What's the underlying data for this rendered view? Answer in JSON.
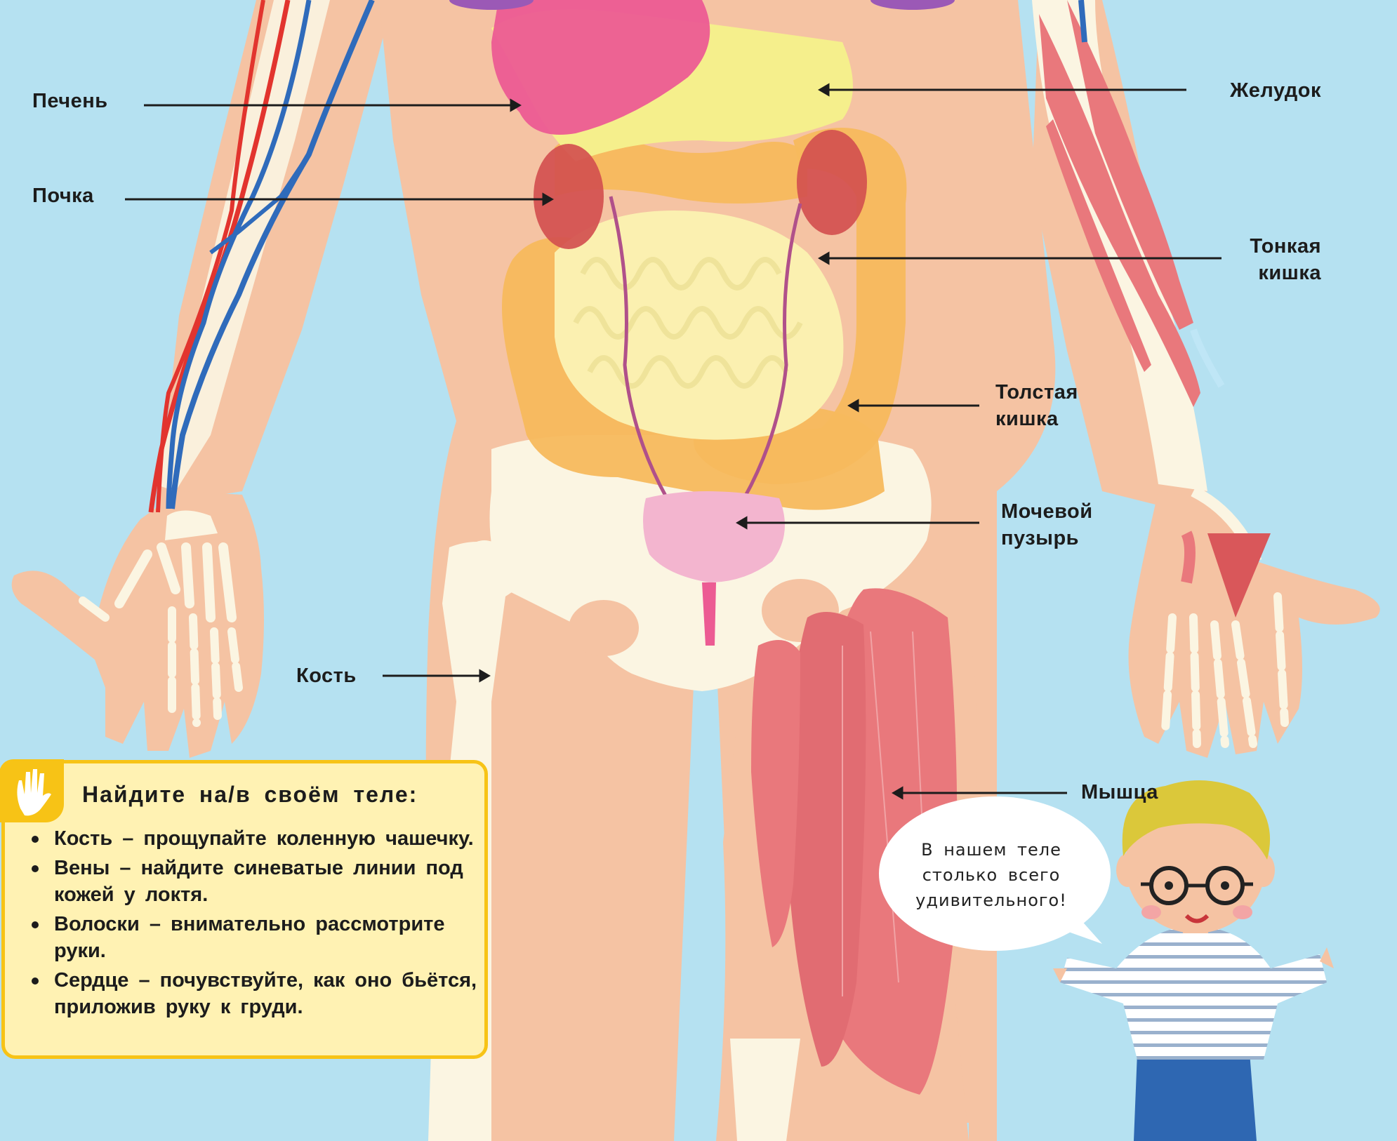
{
  "labels": {
    "liver": "Печень",
    "kidney": "Почка",
    "stomach": "Желудок",
    "small_intestine": [
      "Тонкая",
      "кишка"
    ],
    "large_intestine": [
      "Толстая",
      "кишка"
    ],
    "bladder": [
      "Мочевой",
      "пузырь"
    ],
    "bone": "Кость",
    "muscle": "Мышца"
  },
  "callout": {
    "title": "Найдите на/в своём теле:",
    "icon": "raised-hand-icon",
    "items": [
      "Кость – прощупайте коленную чашечку.",
      "Вены – найдите синеватые линии под кожей у локтя.",
      "Волоски – внимательно рассмотрите руки.",
      "Сердце – почувствуйте, как оно бьётся, приложив руку к груди."
    ]
  },
  "speech_bubble": "В нашем теле столько всего удивительного!",
  "colors": {
    "background": "#b5e1f1",
    "skin": "#f5c3a3",
    "bone": "#fbf5e2",
    "muscle": "#e9787c",
    "liver": "#ec5b93",
    "stomach": "#f5ef8c",
    "kidney": "#d3504f",
    "large_intestine": "#f7b95d",
    "small_intestine": "#fbf0b0",
    "bladder": "#f3b5cf",
    "vein": "#2f6bbb",
    "artery": "#e2342e",
    "callout_border": "#f7c316",
    "callout_fill": "#fff2b3"
  }
}
